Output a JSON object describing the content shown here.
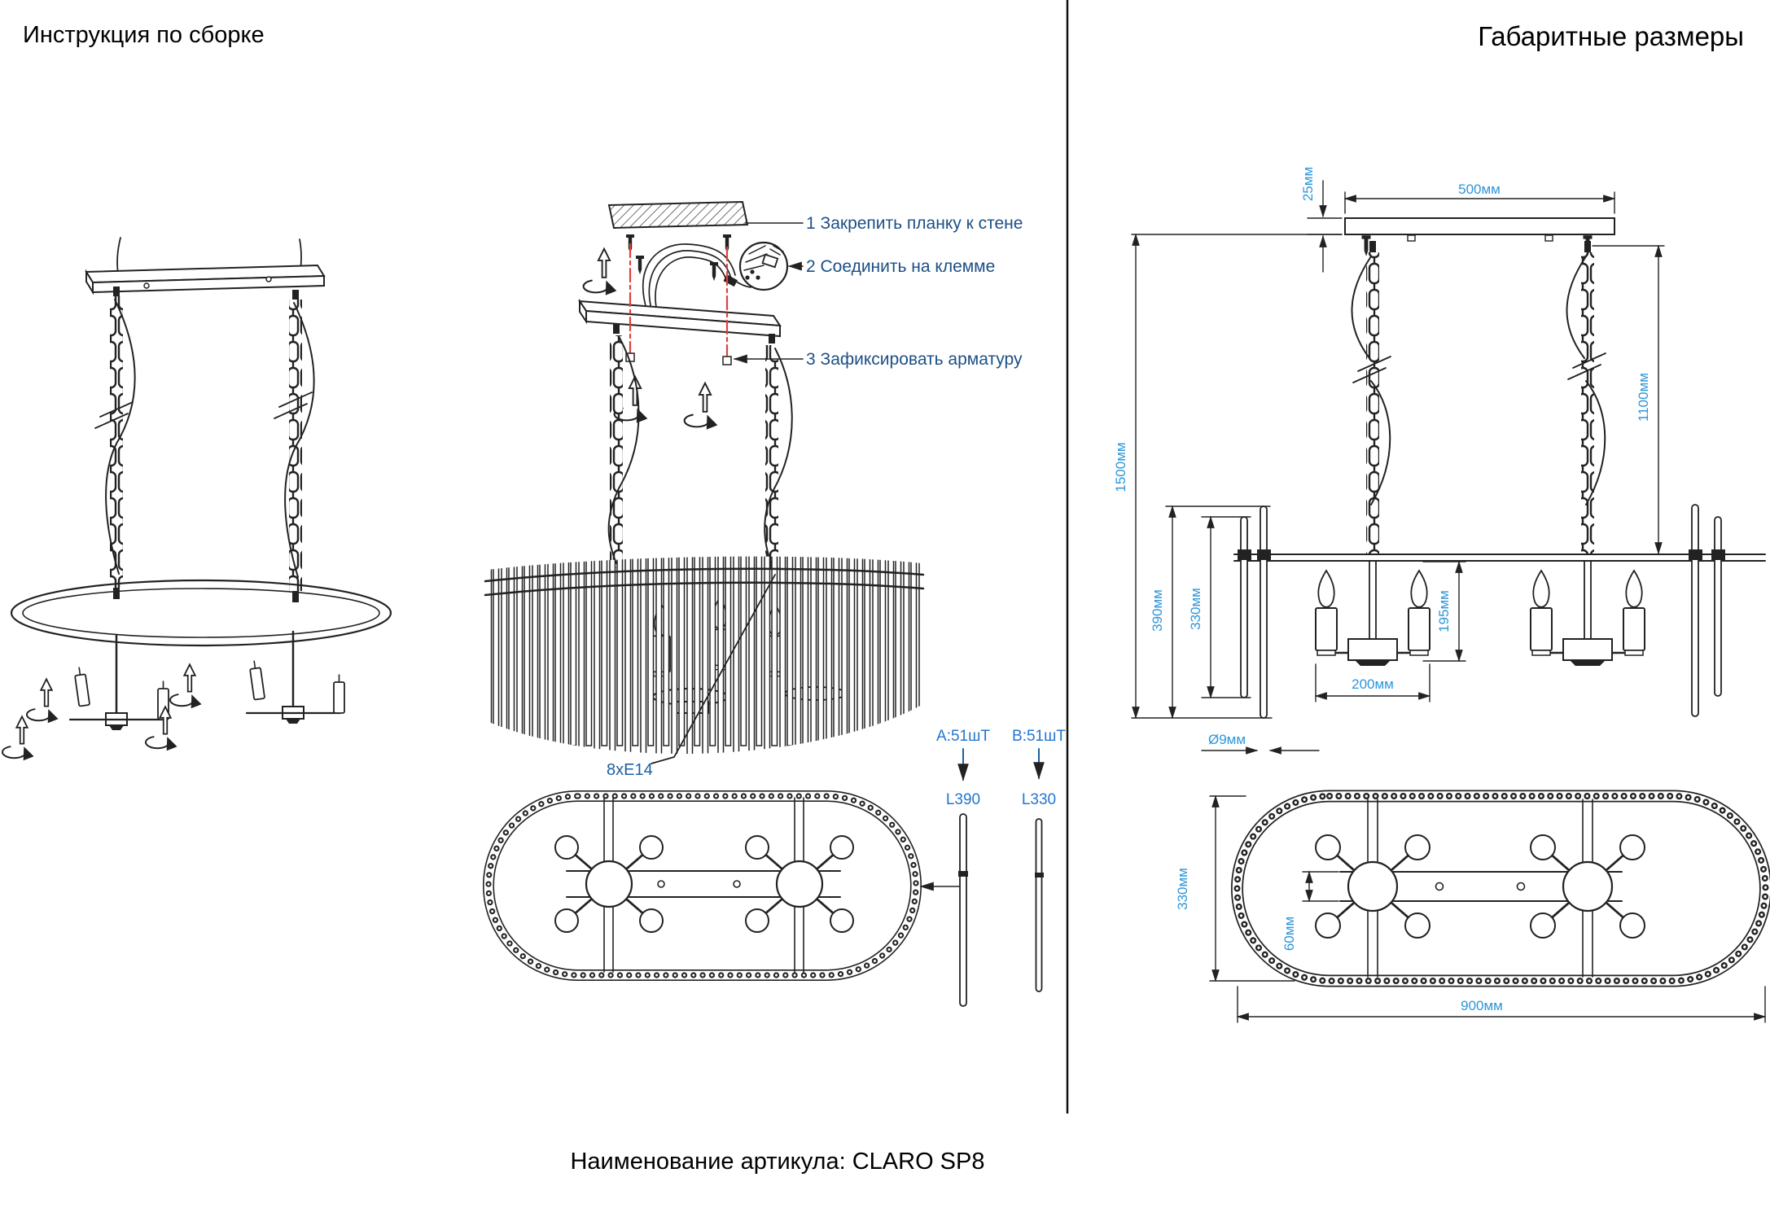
{
  "page": {
    "title_left": "Инструкция по сборке",
    "title_right": "Габаритные размеры",
    "footer": "Наименование артикула: CLARO SP8"
  },
  "steps": [
    "1 Закрепить планку к стене",
    "2 Соединить на клемме",
    "3 Зафиксировать арматуру"
  ],
  "parts": {
    "lamp_socket": "8xE14",
    "part_a_qty": "A:51шТ",
    "part_b_qty": "B:51шТ",
    "part_a_len": "L390",
    "part_b_len": "L330"
  },
  "dims": {
    "plate_width": "500мм",
    "plate_thickness": "25мм",
    "overall_height": "1500мм",
    "chain_length": "1100мм",
    "rod_a_length": "390мм",
    "rod_b_length": "330мм",
    "candle_height": "195мм",
    "cluster_width": "200мм",
    "rod_diameter": "Ø9мм",
    "frame_width": "900мм",
    "frame_depth": "330мм",
    "bar_width": "60мм"
  },
  "colors": {
    "dimension_text": "#2E96D8",
    "step_text": "#1D4F85",
    "part_text": "#2277CC",
    "centerline_red": "#E0413D",
    "line_art": "#222222"
  }
}
